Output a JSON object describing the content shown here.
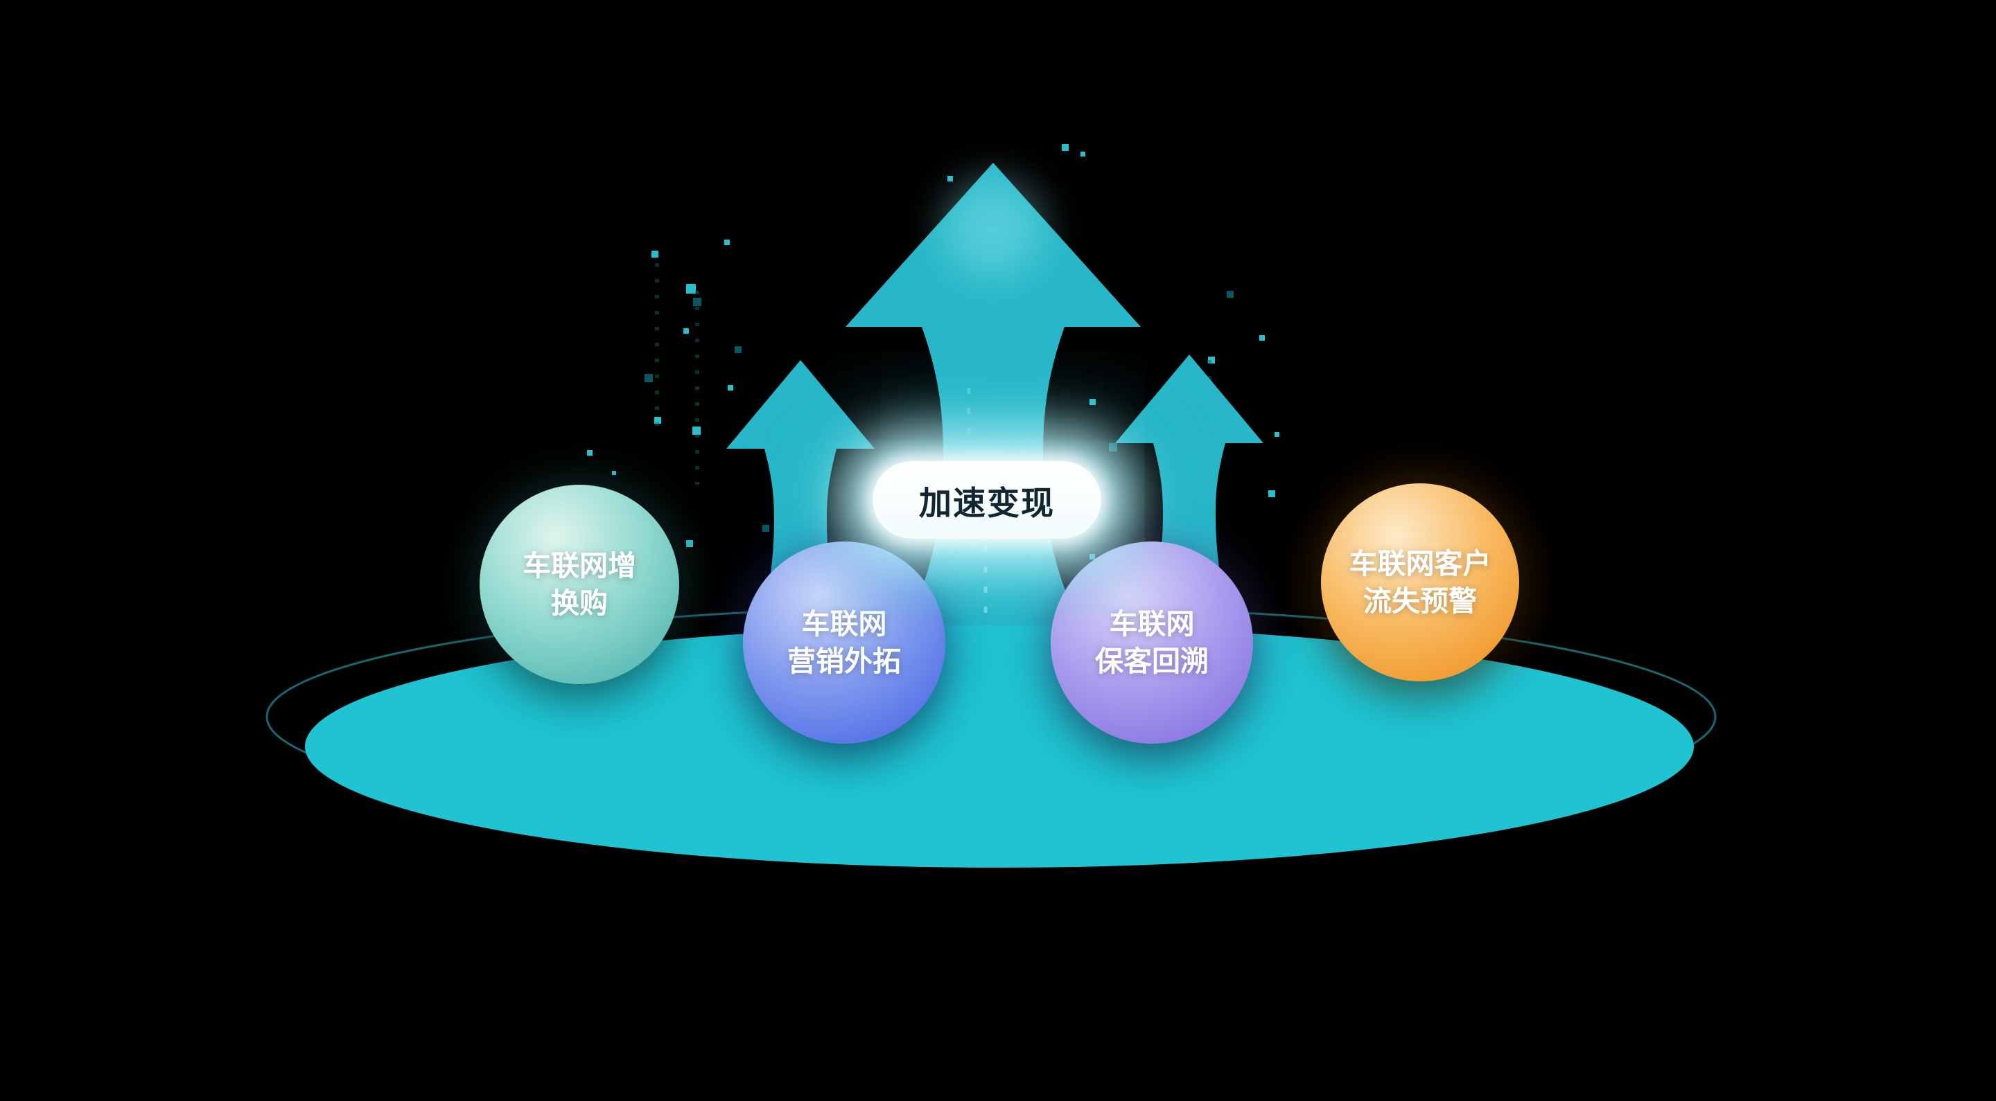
{
  "colors": {
    "background": "#000000",
    "platform": "#1fc3d2",
    "platform_ring": "#2bbccc",
    "arrow": "#27b7c8",
    "arrow_highlight": "#8fe7ee",
    "dot_bright": "#2cd5e2",
    "dot_dark": "#0e6570",
    "pill_bg": "#ffffff",
    "pill_text": "#112630",
    "sphere_text": "#ffffff"
  },
  "center_pill": {
    "label": "加速变现"
  },
  "spheres": [
    {
      "id": "iov-trade-in",
      "line1": "车联网增",
      "line2": "换购",
      "gradient": {
        "highlight": "#def4ec",
        "mid": "#8ed8cf",
        "base": "#42aca6"
      }
    },
    {
      "id": "iov-marketing-expansion",
      "line1": "车联网",
      "line2": "营销外拓",
      "gradient": {
        "highlight": "#ccd7fa",
        "mid": "#8099ee",
        "base": "#3f5ee2"
      }
    },
    {
      "id": "iov-customer-retention",
      "line1": "车联网",
      "line2": "保客回溯",
      "gradient": {
        "highlight": "#ded6fa",
        "mid": "#ab9cee",
        "base": "#7c66dc"
      }
    },
    {
      "id": "iov-churn-warning",
      "line1": "车联网客户",
      "line2": "流失预警",
      "gradient": {
        "highlight": "#fdeac8",
        "mid": "#f8b961",
        "base": "#ee8b15"
      }
    }
  ]
}
